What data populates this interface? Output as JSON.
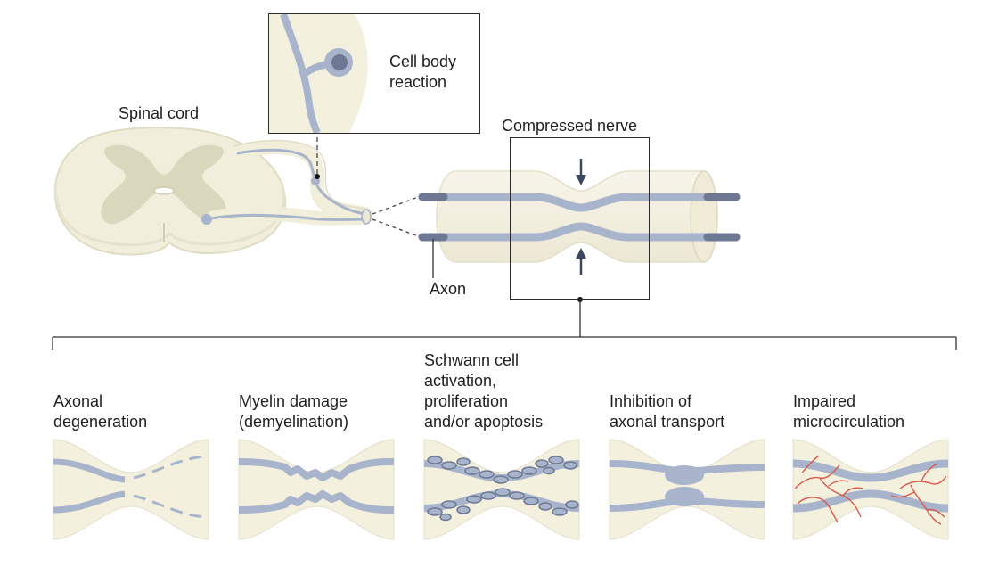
{
  "labels": {
    "spinal_cord": "Spinal cord",
    "cell_body_reaction": "Cell body\nreaction",
    "compressed_nerve": "Compressed nerve",
    "axon": "Axon"
  },
  "panels": [
    {
      "id": "axonal-degeneration",
      "title": "Axonal\ndegeneration"
    },
    {
      "id": "myelin-damage",
      "title": "Myelin damage\n(demyelination)"
    },
    {
      "id": "schwann-cell",
      "title": "Schwann cell\nactivation,\nproliferation\nand/or apoptosis"
    },
    {
      "id": "axonal-transport",
      "title": "Inhibition of\naxonal transport"
    },
    {
      "id": "microcirculation",
      "title": "Impaired\nmicrocirculation"
    }
  ],
  "colors": {
    "tissue_fill": "#f4f1e2",
    "tissue_edge": "#e3dfc8",
    "grey_matter": "#d6d4b8",
    "axon": "#a8b3cc",
    "axon_dark": "#6e7893",
    "arrow": "#3b4763",
    "vessel": "#d95a4a",
    "line": "#2b2b2b"
  }
}
